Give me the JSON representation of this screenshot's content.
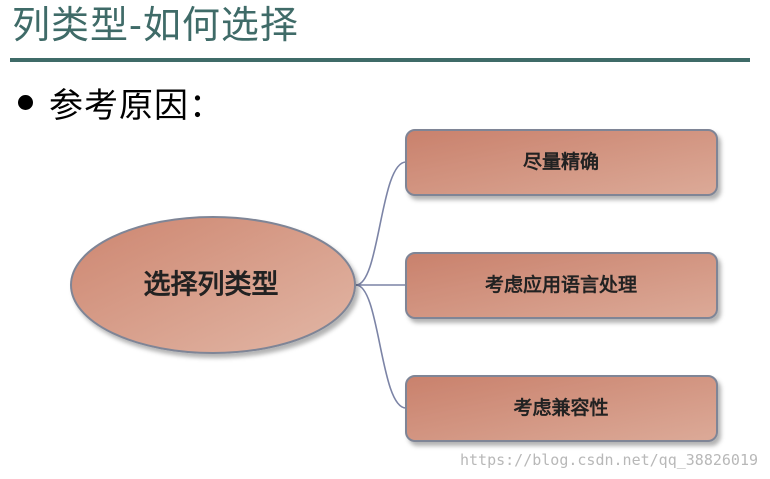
{
  "title": "列类型-如何选择",
  "bullet": "参考原因：",
  "diagram": {
    "center": "选择列类型",
    "branches": [
      "尽量精确",
      "考虑应用语言处理",
      "考虑兼容性"
    ]
  },
  "watermark": "https://blog.csdn.net/qq_38826019",
  "colors": {
    "title": "#3f6b68",
    "node_fill_light": "#dcaa98",
    "node_fill_dark": "#c9816c",
    "node_border": "#7f8596",
    "connector": "#7c84a6"
  }
}
